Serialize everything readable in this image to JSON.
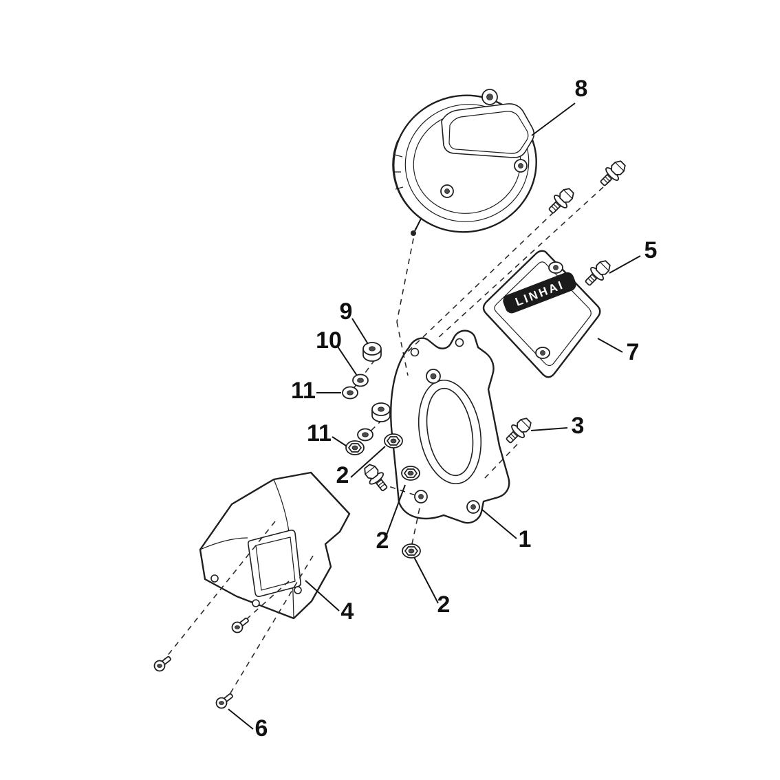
{
  "diagram": {
    "brand_label": "LINHAI",
    "callouts": [
      "8",
      "5",
      "7",
      "9",
      "10",
      "11",
      "11",
      "2",
      "3",
      "1",
      "2",
      "2",
      "4",
      "6"
    ]
  }
}
